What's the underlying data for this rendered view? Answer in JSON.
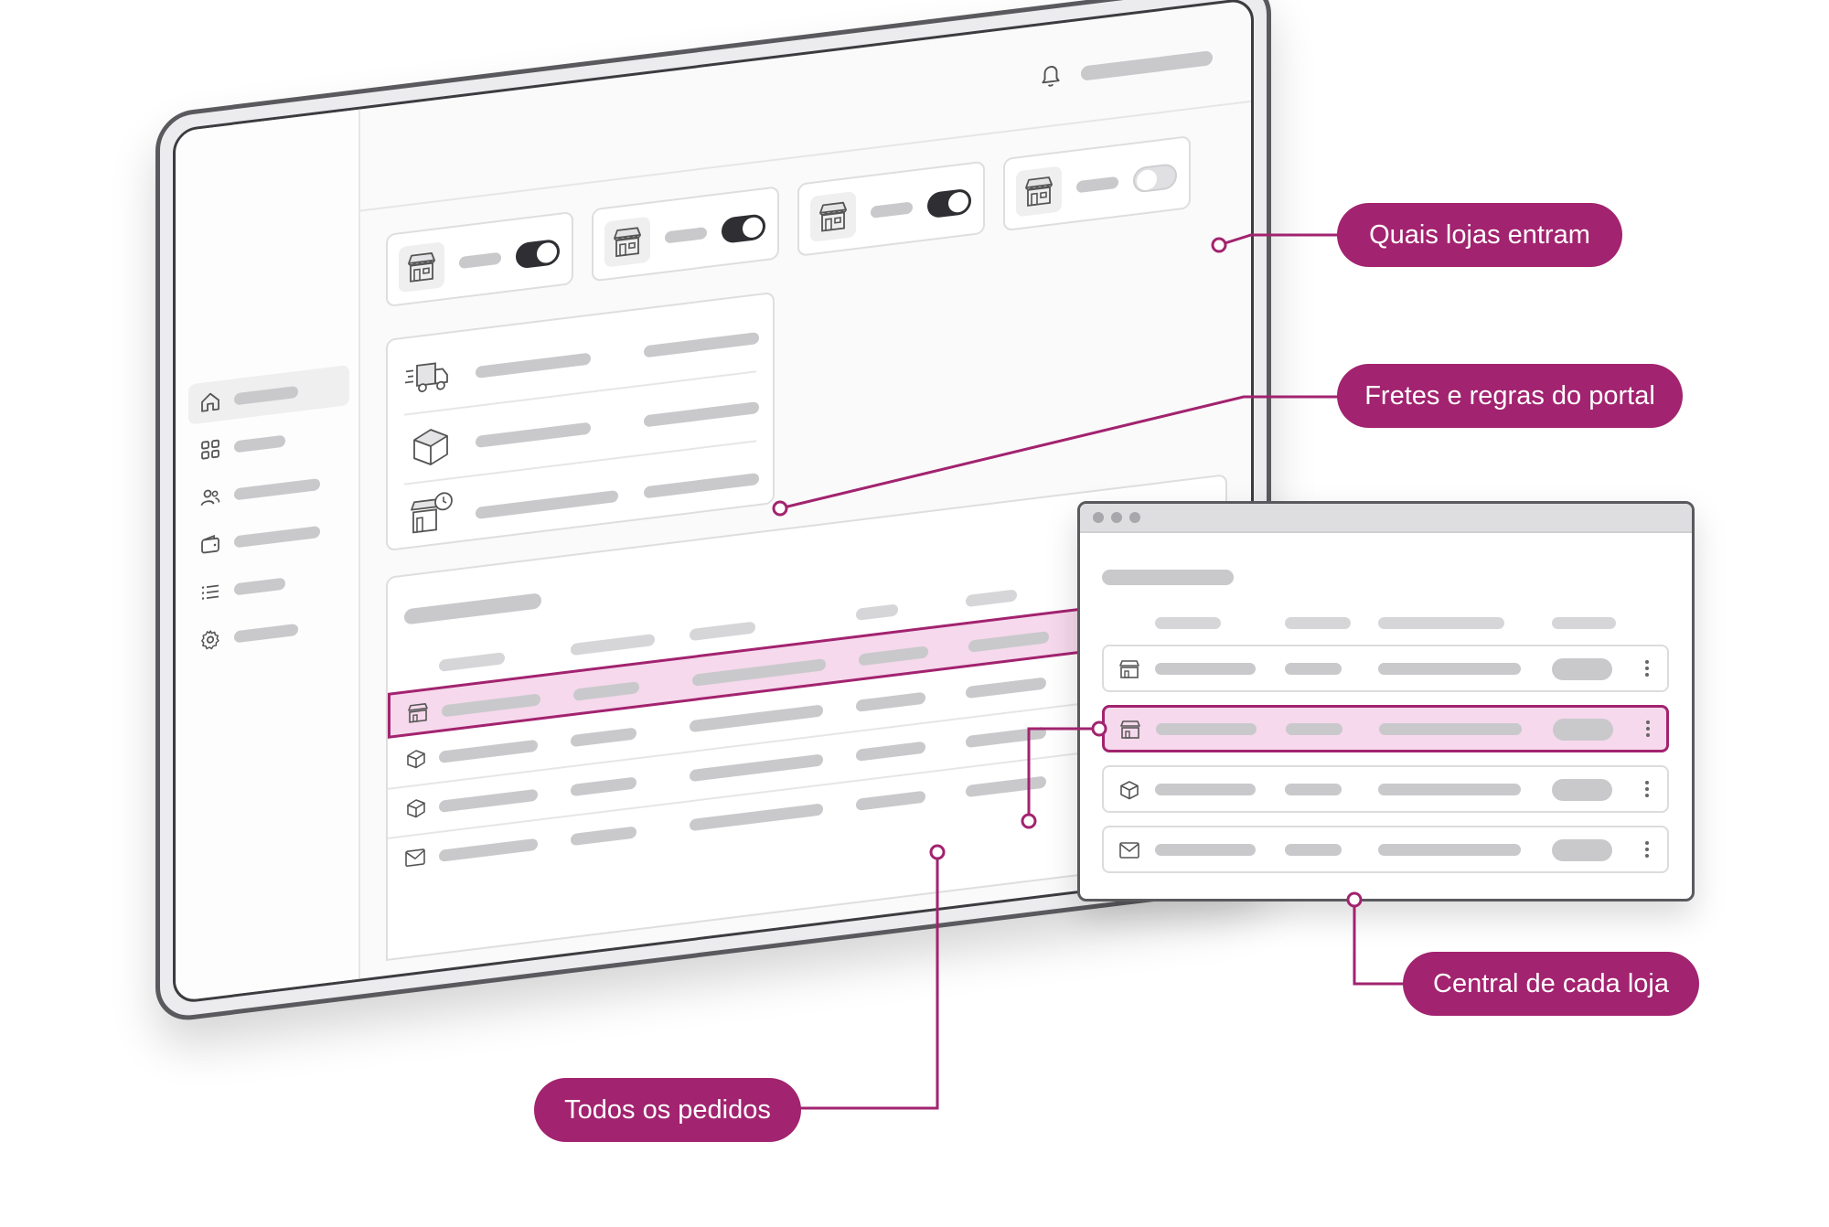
{
  "callouts": {
    "stores": "Quais lojas entram",
    "shipping": "Fretes e regras do portal",
    "store_center": "Central de cada loja",
    "all_orders": "Todos os pedidos"
  },
  "colors": {
    "accent": "#a2236f",
    "highlight": "#f6d9ec",
    "placeholder_bar": "#c9c9cc",
    "frame": "#5a5a5e"
  },
  "sidebar": {
    "items": [
      {
        "icon": "home-icon",
        "active": true
      },
      {
        "icon": "grid-icon",
        "active": false
      },
      {
        "icon": "users-icon",
        "active": false
      },
      {
        "icon": "wallet-icon",
        "active": false
      },
      {
        "icon": "list-icon",
        "active": false
      },
      {
        "icon": "gear-icon",
        "active": false
      }
    ]
  },
  "topbar": {
    "icon": "bell-icon"
  },
  "store_toggles": [
    {
      "icon": "store-icon",
      "enabled": true
    },
    {
      "icon": "store-icon",
      "enabled": true
    },
    {
      "icon": "store-icon",
      "enabled": true
    },
    {
      "icon": "store-icon",
      "enabled": false
    }
  ],
  "shipping_rules": [
    {
      "icon": "truck-icon"
    },
    {
      "icon": "box-icon"
    },
    {
      "icon": "store-clock-icon"
    }
  ],
  "orders_table": {
    "rows": [
      {
        "icon": "store-icon",
        "highlighted": true
      },
      {
        "icon": "box-icon",
        "highlighted": false
      },
      {
        "icon": "box-icon",
        "highlighted": false
      },
      {
        "icon": "mail-icon",
        "highlighted": false
      }
    ]
  },
  "store_window": {
    "rows": [
      {
        "icon": "store-icon",
        "highlighted": false
      },
      {
        "icon": "store-icon",
        "highlighted": true
      },
      {
        "icon": "box-icon",
        "highlighted": false
      },
      {
        "icon": "mail-icon",
        "highlighted": false
      }
    ]
  }
}
